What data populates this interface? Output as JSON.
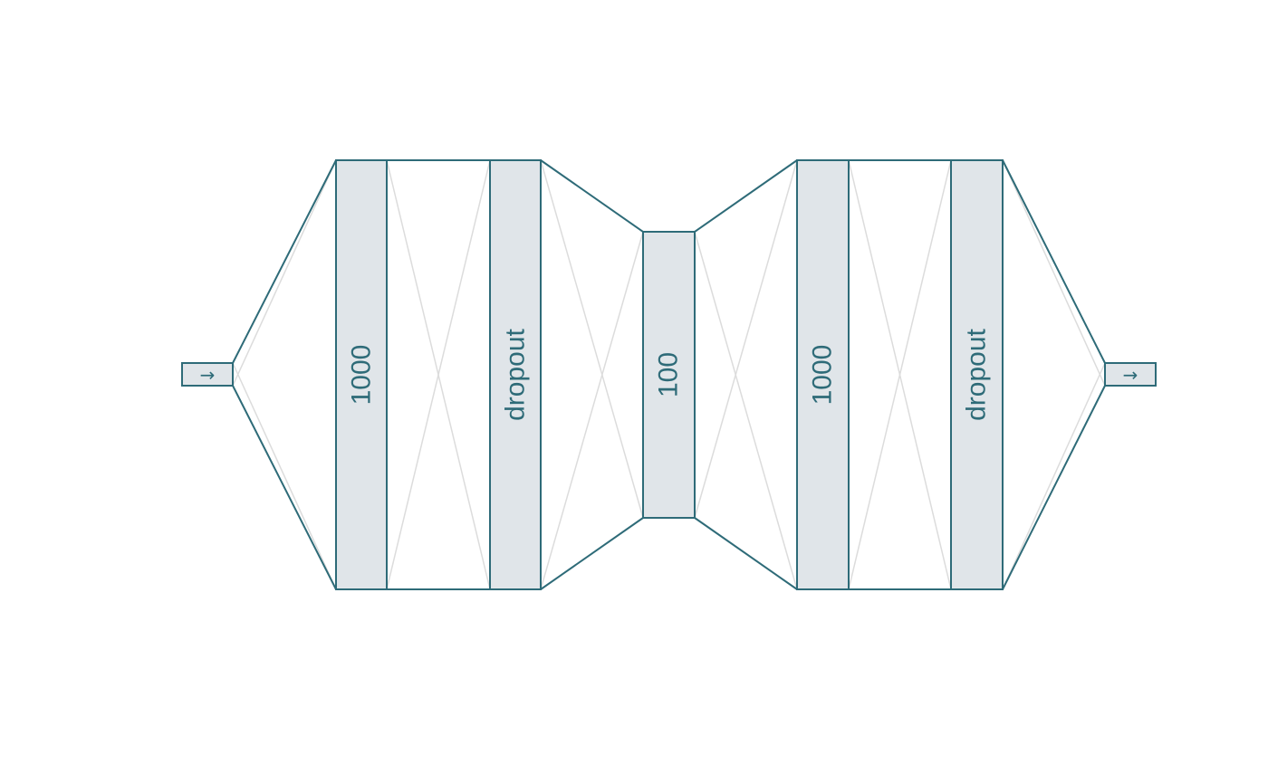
{
  "colors": {
    "stroke": "#2e6b78",
    "fill": "#e0e5e9",
    "light_edge": "#dcdcdc",
    "text": "#2e6b78",
    "background": "#ffffff"
  },
  "network": {
    "input": {
      "label": "→",
      "icon": "arrow-right-icon"
    },
    "layers": [
      {
        "id": "dense-1",
        "label": "1000"
      },
      {
        "id": "dropout-1",
        "label": "dropout"
      },
      {
        "id": "dense-2",
        "label": "100"
      },
      {
        "id": "dense-3",
        "label": "1000"
      },
      {
        "id": "dropout-2",
        "label": "dropout"
      }
    ],
    "output": {
      "label": "→",
      "icon": "arrow-right-icon"
    }
  }
}
